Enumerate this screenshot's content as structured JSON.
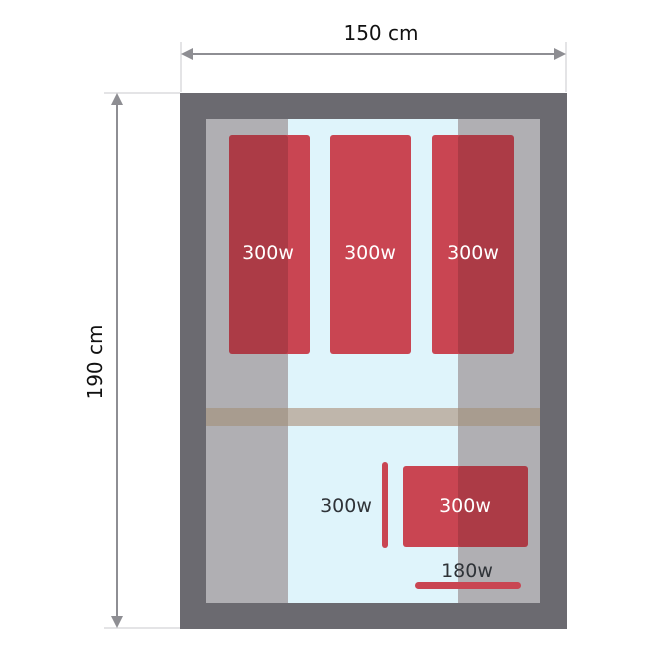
{
  "dimensions": {
    "width_label": "150 cm",
    "height_label": "190 cm"
  },
  "heaters": {
    "panel_1": "300w",
    "panel_2": "300w",
    "panel_3": "300w",
    "bench_panel": "300w",
    "side_heater": "300w",
    "floor_heater": "180w"
  },
  "colors": {
    "wall": "#6b6a70",
    "interior": "#b0afb3",
    "glass": "#dff4fb",
    "heater": "#c94552",
    "bench": "#a89c8f",
    "arrow": "#8e8e93"
  }
}
